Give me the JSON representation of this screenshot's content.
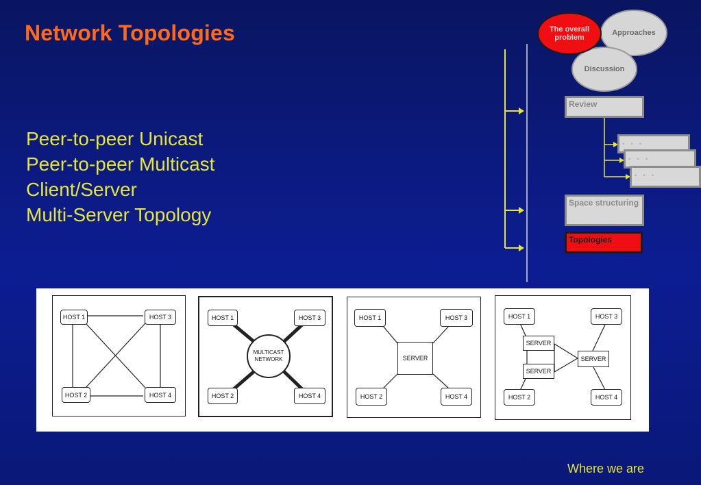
{
  "slide": {
    "title": "Network Topologies",
    "bullets": [
      "Peer-to-peer Unicast",
      "Peer-to-peer Multicast",
      "Client/Server",
      "Multi-Server Topology"
    ],
    "footer": "Where we are"
  },
  "nav": {
    "problem": "The overall problem",
    "approaches": "Approaches",
    "discussion": "Discussion",
    "review": "Review",
    "sub_items": [
      "◦ ◦ ◦",
      "◦ ◦ ◦",
      "◦ ◦ ◦"
    ],
    "space": "Space structuring",
    "topologies": "Topologies"
  },
  "diagrams": {
    "host1": "HOST 1",
    "host2": "HOST 2",
    "host3": "HOST 3",
    "host4": "HOST 4",
    "multicast": "MULTICAST NETWORK",
    "server": "SERVER"
  },
  "colors": {
    "title": "#ff6a1a",
    "text": "#e6e63a",
    "highlight": "#ef0f12",
    "inactive": "#d8d8d8"
  }
}
